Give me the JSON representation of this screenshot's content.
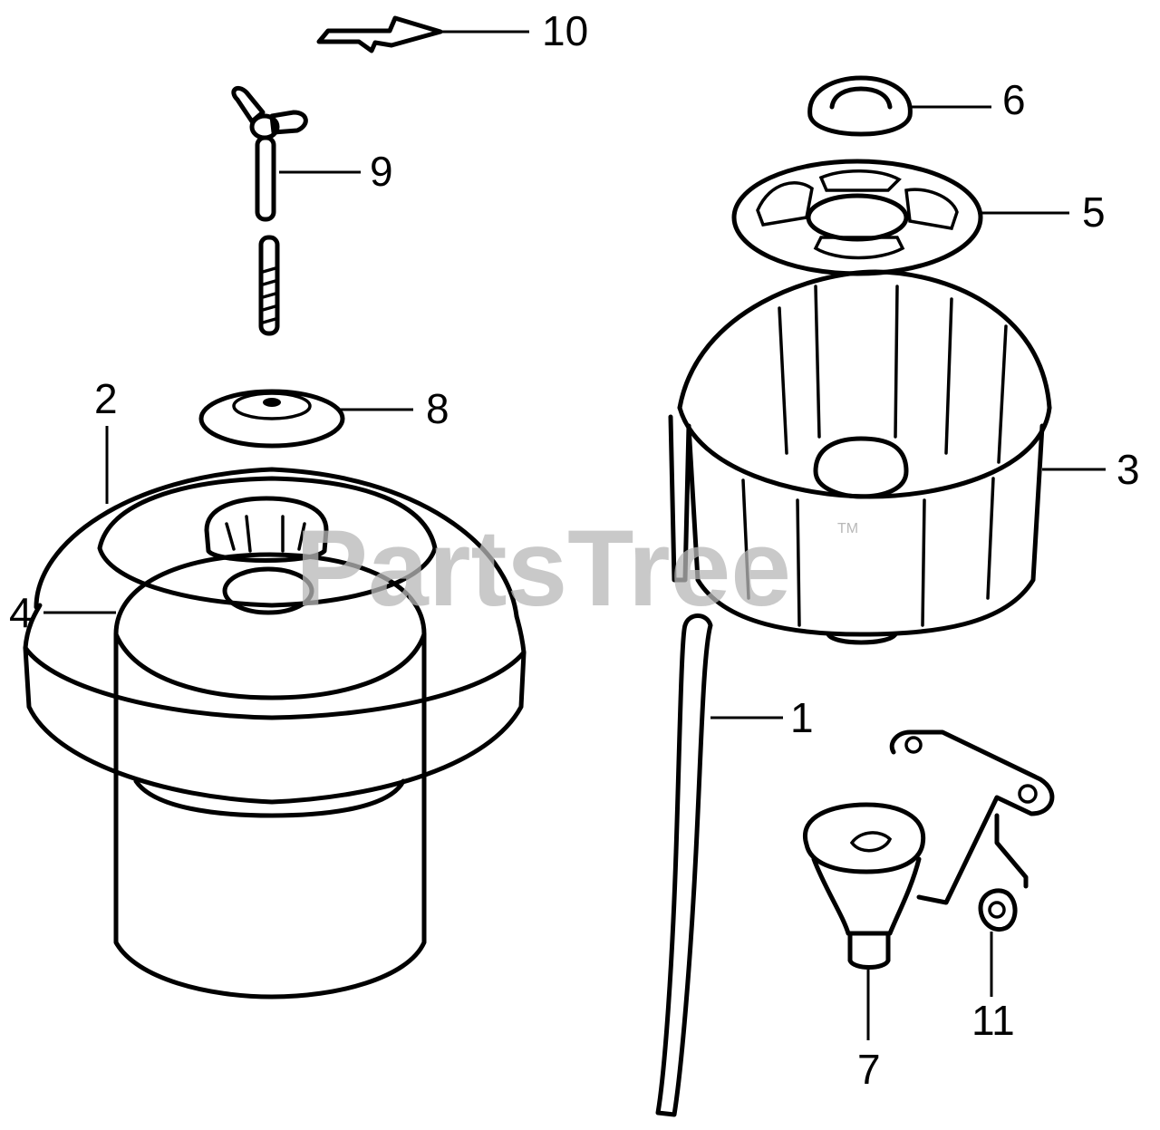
{
  "watermark": {
    "brand": "PartsTree",
    "tm": "TM"
  },
  "callouts": [
    {
      "id": "1",
      "label": "1"
    },
    {
      "id": "2",
      "label": "2"
    },
    {
      "id": "3",
      "label": "3"
    },
    {
      "id": "4",
      "label": "4"
    },
    {
      "id": "5",
      "label": "5"
    },
    {
      "id": "6",
      "label": "6"
    },
    {
      "id": "7",
      "label": "7"
    },
    {
      "id": "8",
      "label": "8"
    },
    {
      "id": "9",
      "label": "9"
    },
    {
      "id": "10",
      "label": "10"
    },
    {
      "id": "11",
      "label": "11"
    }
  ],
  "colors": {
    "ink": "#000000",
    "watermark": "#b8b8b8",
    "background": "#ffffff"
  }
}
